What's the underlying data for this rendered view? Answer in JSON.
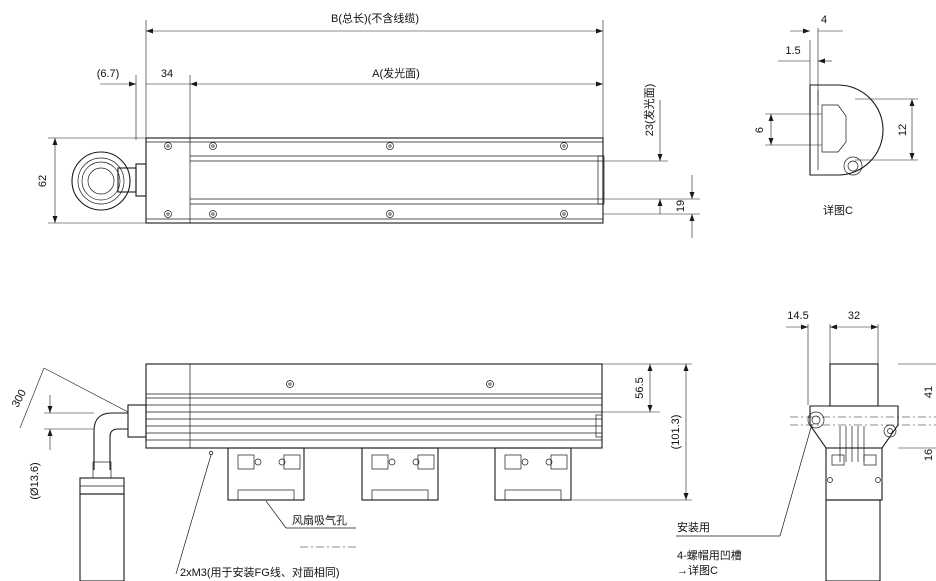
{
  "dimensions": {
    "total_length": "B(总长)(不含线缆)",
    "emitting_length": "A(发光面)",
    "cable_offset": "(6.7)",
    "end_block": "34",
    "height_front": "62",
    "emit_height": "23(发光面)",
    "bottom_offset": "19",
    "cable_bend": "300",
    "cable_diameter": "(Ø13.6)",
    "side_upper": "56.5",
    "side_total": "(101.3)",
    "end_width_a": "14.5",
    "end_width_b": "32",
    "end_height_a": "41",
    "end_height_b": "16",
    "detail_w": "4",
    "detail_t": "1.5",
    "detail_slot": "6",
    "detail_h": "12"
  },
  "labels": {
    "detail_c": "详图C",
    "fan_intake": "风扇吸气孔",
    "mount_holes": "2xM3(用于安装FG线、对面相同)",
    "mount_use": "安装用",
    "nut_groove": "4-螺帽用凹槽",
    "see_detail": "→详图C"
  }
}
